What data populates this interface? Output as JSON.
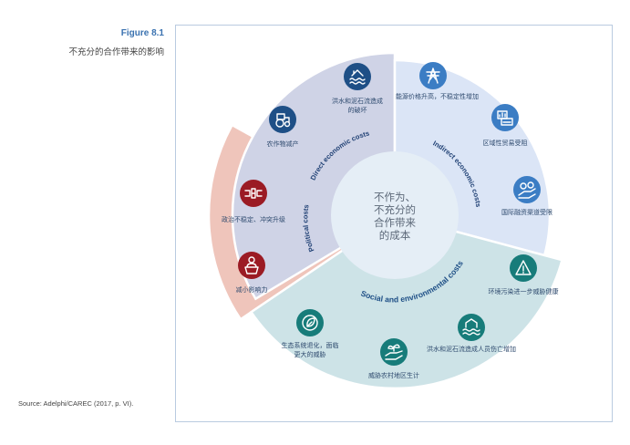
{
  "figure": {
    "number": "Figure 8.1",
    "title": "不充分的合作带来的影响",
    "source": "Source: Adelphi/CAREC (2017, p. VI)."
  },
  "center": {
    "lines": [
      "不作为、",
      "不充分的",
      "合作带来",
      "的成本"
    ]
  },
  "sectors": [
    {
      "key": "direct",
      "label": "Direct economic costs",
      "color": "#cfd3e6"
    },
    {
      "key": "indirect",
      "label": "Indirect economic costs",
      "color": "#dbe5f6"
    },
    {
      "key": "social",
      "label": "Social and environmental costs",
      "color": "#cde3e7"
    },
    {
      "key": "political",
      "label": "Political costs",
      "color": "#efc5bb"
    }
  ],
  "items": [
    {
      "icon": "flood-wave-icon",
      "icon_color": "#1e4f86",
      "lines": [
        "洪水和泥石流造成",
        "的破坏"
      ]
    },
    {
      "icon": "tractor-icon",
      "icon_color": "#1e4f86",
      "lines": [
        "农作物减产"
      ]
    },
    {
      "icon": "power-tower-icon",
      "icon_color": "#3b7dc4",
      "lines": [
        "能源价格升高，不稳定性增加"
      ]
    },
    {
      "icon": "trade-chart-icon",
      "icon_color": "#3b7dc4",
      "lines": [
        "区域性贸易受阻"
      ]
    },
    {
      "icon": "finance-hand-icon",
      "icon_color": "#3b7dc4",
      "lines": [
        "国际融资渠道受限"
      ]
    },
    {
      "icon": "warning-triangle-icon",
      "icon_color": "#177c7a",
      "lines": [
        "环境污染进一步威胁健康"
      ]
    },
    {
      "icon": "flood-house-icon",
      "icon_color": "#177c7a",
      "lines": [
        "洪水和泥石流造成人员伤亡增加"
      ]
    },
    {
      "icon": "hand-plant-icon",
      "icon_color": "#177c7a",
      "lines": [
        "威胁农村地区生计"
      ]
    },
    {
      "icon": "ecosystem-leaf-icon",
      "icon_color": "#177c7a",
      "lines": [
        "生态系统退化，面临",
        "更大的威胁"
      ]
    },
    {
      "icon": "conflict-icon",
      "icon_color": "#9b1b24",
      "lines": [
        "政治不稳定、冲突升级"
      ]
    },
    {
      "icon": "speaker-podium-icon",
      "icon_color": "#9b1b24",
      "lines": [
        "减小影响力"
      ]
    }
  ]
}
